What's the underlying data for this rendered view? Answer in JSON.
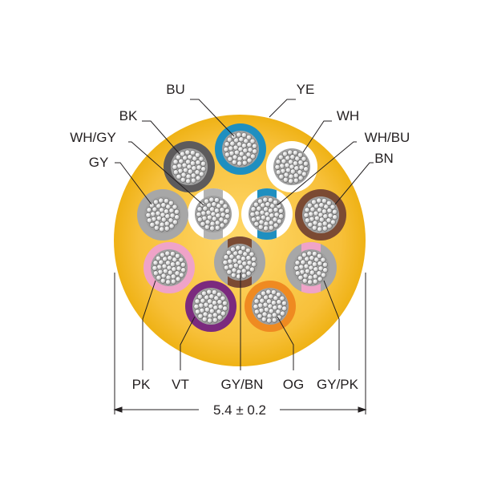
{
  "diagram": {
    "jacket_color": "#f5b81c",
    "dimension_label": "5.4 ± 0.2",
    "wires": [
      {
        "id": "BU",
        "label": "BU",
        "insulation": "#1f8fc0"
      },
      {
        "id": "YE",
        "label": "YE",
        "insulation": "#f5b81c"
      },
      {
        "id": "WH",
        "label": "WH",
        "insulation": "#ffffff"
      },
      {
        "id": "BK",
        "label": "BK",
        "insulation": "#5d5b5c"
      },
      {
        "id": "WHGY",
        "label": "WH/GY",
        "insulation": "#ffffff",
        "stripe": "#b3b3b3"
      },
      {
        "id": "WHBU",
        "label": "WH/BU",
        "insulation": "#ffffff",
        "stripe": "#1f8fc0"
      },
      {
        "id": "BN",
        "label": "BN",
        "insulation": "#7b4a33"
      },
      {
        "id": "GY",
        "label": "GY",
        "insulation": "#a7a7a7"
      },
      {
        "id": "PK",
        "label": "PK",
        "insulation": "#efa3c8"
      },
      {
        "id": "GYBN",
        "label": "GY/BN",
        "insulation": "#a7a7a7",
        "stripe": "#7b4a33"
      },
      {
        "id": "GYPK",
        "label": "GY/PK",
        "insulation": "#a7a7a7",
        "stripe": "#efa3c8"
      },
      {
        "id": "VT",
        "label": "VT",
        "insulation": "#7b2a7e"
      },
      {
        "id": "OG",
        "label": "OG",
        "insulation": "#ef8a21"
      }
    ]
  }
}
